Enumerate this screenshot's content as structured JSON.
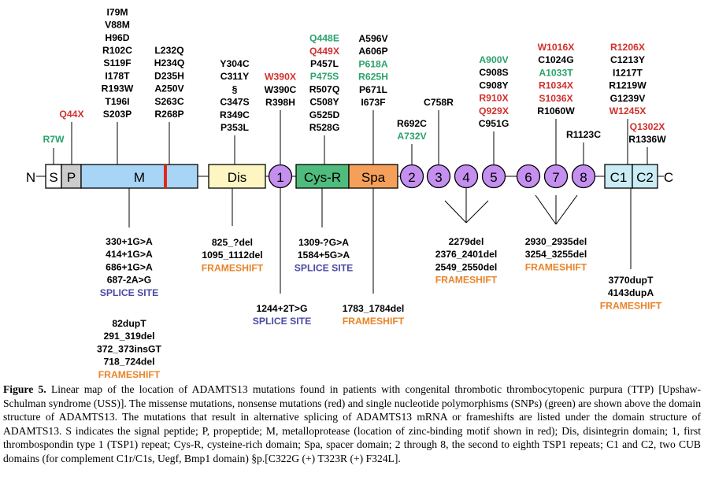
{
  "colors": {
    "missense": "#000000",
    "nonsense": "#d0312d",
    "snp": "#2aa36b",
    "splice": "#4a4aa6",
    "frameshift": "#e8842a",
    "metallo_fill": "#a8d4f5",
    "zinc_motif": "#e0281e",
    "dis_fill": "#fdf5c2",
    "tsp_fill": "#c58ff0",
    "cys_fill": "#4fbb7c",
    "spa_fill": "#f4a05a",
    "propep_fill": "#cccccc",
    "cub_fill": "#c9ecf5"
  },
  "domains": {
    "n_term": "N",
    "c_term": "C",
    "signal": "S",
    "propeptide": "P",
    "metalloprotease": "M",
    "disintegrin": "Dis",
    "tsp1": "1",
    "cys_rich": "Cys-R",
    "spacer": "Spa",
    "tsp2": "2",
    "tsp3": "3",
    "tsp4": "4",
    "tsp5": "5",
    "tsp6": "6",
    "tsp7": "7",
    "tsp8": "8",
    "cub1": "C1",
    "cub2": "C2"
  },
  "above": {
    "signal": [
      {
        "t": "R7W",
        "c": "snp"
      }
    ],
    "propeptide": [
      {
        "t": "Q44X",
        "c": "nonsense"
      }
    ],
    "metallo_a": [
      {
        "t": "I79M",
        "c": "missense"
      },
      {
        "t": "V88M",
        "c": "missense"
      },
      {
        "t": "H96D",
        "c": "missense"
      },
      {
        "t": "R102C",
        "c": "missense"
      },
      {
        "t": "S119F",
        "c": "missense"
      },
      {
        "t": "I178T",
        "c": "missense"
      },
      {
        "t": "R193W",
        "c": "missense"
      },
      {
        "t": "T196I",
        "c": "missense"
      },
      {
        "t": "S203P",
        "c": "missense"
      }
    ],
    "metallo_b": [
      {
        "t": "L232Q",
        "c": "missense"
      },
      {
        "t": "H234Q",
        "c": "missense"
      },
      {
        "t": "D235H",
        "c": "missense"
      },
      {
        "t": "A250V",
        "c": "missense"
      },
      {
        "t": "S263C",
        "c": "missense"
      },
      {
        "t": "R268P",
        "c": "missense"
      }
    ],
    "disintegrin": [
      {
        "t": "Y304C",
        "c": "missense"
      },
      {
        "t": "C311Y",
        "c": "missense"
      },
      {
        "t": "§",
        "c": "missense"
      },
      {
        "t": "C347S",
        "c": "missense"
      },
      {
        "t": "R349C",
        "c": "missense"
      },
      {
        "t": "P353L",
        "c": "missense"
      }
    ],
    "tsp1": [
      {
        "t": "W390X",
        "c": "nonsense"
      },
      {
        "t": "W390C",
        "c": "missense"
      },
      {
        "t": "R398H",
        "c": "missense"
      }
    ],
    "cys_rich": [
      {
        "t": "Q448E",
        "c": "snp"
      },
      {
        "t": "Q449X",
        "c": "nonsense"
      },
      {
        "t": "P457L",
        "c": "missense"
      },
      {
        "t": "P475S",
        "c": "snp"
      },
      {
        "t": "R507Q",
        "c": "missense"
      },
      {
        "t": "C508Y",
        "c": "missense"
      },
      {
        "t": "G525D",
        "c": "missense"
      },
      {
        "t": "R528G",
        "c": "missense"
      }
    ],
    "spacer": [
      {
        "t": "A596V",
        "c": "missense"
      },
      {
        "t": "A606P",
        "c": "missense"
      },
      {
        "t": "P618A",
        "c": "snp"
      },
      {
        "t": "R625H",
        "c": "snp"
      },
      {
        "t": "P671L",
        "c": "missense"
      },
      {
        "t": "I673F",
        "c": "missense"
      }
    ],
    "tsp2": [
      {
        "t": "R692C",
        "c": "missense"
      },
      {
        "t": "A732V",
        "c": "snp"
      }
    ],
    "tsp3": [
      {
        "t": "C758R",
        "c": "missense"
      }
    ],
    "tsp5": [
      {
        "t": "A900V",
        "c": "snp"
      },
      {
        "t": "C908S",
        "c": "missense"
      },
      {
        "t": "C908Y",
        "c": "missense"
      },
      {
        "t": "R910X",
        "c": "nonsense"
      },
      {
        "t": "Q929X",
        "c": "nonsense"
      },
      {
        "t": "C951G",
        "c": "missense"
      }
    ],
    "tsp7": [
      {
        "t": "W1016X",
        "c": "nonsense"
      },
      {
        "t": "C1024G",
        "c": "missense"
      },
      {
        "t": "A1033T",
        "c": "snp"
      },
      {
        "t": "R1034X",
        "c": "nonsense"
      },
      {
        "t": "S1036X",
        "c": "nonsense"
      },
      {
        "t": "R1060W",
        "c": "missense"
      }
    ],
    "tsp8": [
      {
        "t": "R1123C",
        "c": "missense"
      }
    ],
    "cub1": [
      {
        "t": "R1206X",
        "c": "nonsense"
      },
      {
        "t": "C1213Y",
        "c": "missense"
      },
      {
        "t": "I1217T",
        "c": "missense"
      },
      {
        "t": "R1219W",
        "c": "missense"
      },
      {
        "t": "G1239V",
        "c": "missense"
      },
      {
        "t": "W1245X",
        "c": "nonsense"
      }
    ],
    "cub2": [
      {
        "t": "Q1302X",
        "c": "nonsense"
      },
      {
        "t": "R1336W",
        "c": "missense"
      }
    ]
  },
  "below": {
    "metallo_splice": [
      {
        "t": "330+1G>A",
        "c": "missense"
      },
      {
        "t": "414+1G>A",
        "c": "missense"
      },
      {
        "t": "686+1G>A",
        "c": "missense"
      },
      {
        "t": "687-2A>G",
        "c": "missense"
      },
      {
        "t": "SPLICE SITE",
        "c": "splice"
      }
    ],
    "metallo_frameshift": [
      {
        "t": "82dupT",
        "c": "missense"
      },
      {
        "t": "291_319del",
        "c": "missense"
      },
      {
        "t": "372_373insGT",
        "c": "missense"
      },
      {
        "t": "718_724del",
        "c": "missense"
      },
      {
        "t": "FRAMESHIFT",
        "c": "frameshift"
      }
    ],
    "disintegrin": [
      {
        "t": "825_?del",
        "c": "missense"
      },
      {
        "t": "1095_1112del",
        "c": "missense"
      },
      {
        "t": "FRAMESHIFT",
        "c": "frameshift"
      }
    ],
    "tsp1": [
      {
        "t": "1244+2T>G",
        "c": "missense"
      },
      {
        "t": "SPLICE SITE",
        "c": "splice"
      }
    ],
    "cys_rich": [
      {
        "t": "1309-?G>A",
        "c": "missense"
      },
      {
        "t": "1584+5G>A",
        "c": "missense"
      },
      {
        "t": "SPLICE SITE",
        "c": "splice"
      }
    ],
    "spacer": [
      {
        "t": "1783_1784del",
        "c": "missense"
      },
      {
        "t": "FRAMESHIFT",
        "c": "frameshift"
      }
    ],
    "tsp345": [
      {
        "t": "2279del",
        "c": "missense"
      },
      {
        "t": "2376_2401del",
        "c": "missense"
      },
      {
        "t": "2549_2550del",
        "c": "missense"
      },
      {
        "t": "FRAMESHIFT",
        "c": "frameshift"
      }
    ],
    "tsp678": [
      {
        "t": "2930_2935del",
        "c": "missense"
      },
      {
        "t": "3254_3255del",
        "c": "missense"
      },
      {
        "t": "FRAMESHIFT",
        "c": "frameshift"
      }
    ],
    "cub1": [
      {
        "t": "3770dupT",
        "c": "missense"
      },
      {
        "t": "4143dupA",
        "c": "missense"
      },
      {
        "t": "FRAMESHIFT",
        "c": "frameshift"
      }
    ]
  },
  "caption": {
    "label": "Figure 5.",
    "text": " Linear map of the location of ADAMTS13 mutations found in patients with congenital thrombotic thrombocytopenic purpura (TTP) [Upshaw-Schulman syndrome (USS)]. The missense mutations, nonsense mutations (red) and single nucleotide polymorphisms (SNPs) (green) are shown above the domain structure of ADAMTS13. The mutations that result in alternative splicing of ADAMTS13 mRNA or frameshifts are listed under the domain structure of ADAMTS13. S indicates the signal peptide; P, propeptide; M, metalloprotease (location of zinc-binding motif shown in red); Dis, disintegrin domain; 1, first thrombospondin type 1 (TSP1) repeat; Cys-R, cysteine-rich domain; Spa, spacer domain; 2 through 8, the second to eighth TSP1 repeats; C1 and C2, two CUB domains (for complement C1r/C1s, Uegf, Bmp1 domain) §p.[C322G (+) T323R (+) F324L]."
  }
}
